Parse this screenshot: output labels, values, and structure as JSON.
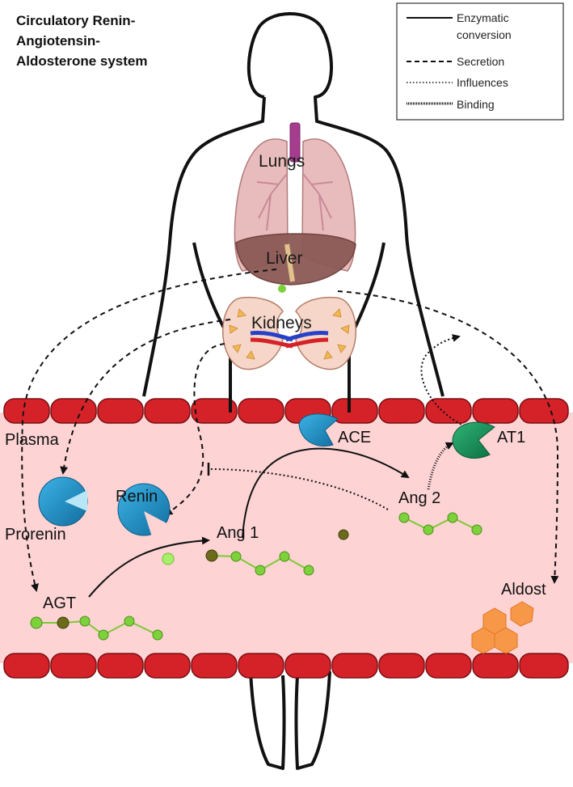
{
  "title": [
    "Circulatory Renin-",
    "Angiotensin-",
    "Aldosterone system"
  ],
  "legend": [
    {
      "label_lines": [
        "Enzymatic",
        "conversion"
      ],
      "style": "solid"
    },
    {
      "label_lines": [
        "Secretion"
      ],
      "style": "dashed"
    },
    {
      "label_lines": [
        "Influences"
      ],
      "style": "dotted"
    },
    {
      "label_lines": [
        "Binding"
      ],
      "style": "hatched"
    }
  ],
  "organs": {
    "lungs": "Lungs",
    "liver": "Liver",
    "kidneys": "Kidneys"
  },
  "molecules": {
    "plasma": "Plasma",
    "prorenin": "Prorenin",
    "renin": "Renin",
    "agt": "AGT",
    "ang1": "Ang 1",
    "ace": "ACE",
    "ang2": "Ang 2",
    "at1": "AT1",
    "aldost": "Aldost"
  },
  "colors": {
    "vessel_wall": "#d42228",
    "plasma_bg": "#fdd3d4",
    "enzyme_blue": "#1b86c0",
    "receptor_green": "#14915a",
    "peptide_green": "#8ed23c",
    "aldosterone_orange": "#f7923a",
    "lung_pink": "#e8bcbc",
    "liver_brown": "#8c5a55"
  }
}
